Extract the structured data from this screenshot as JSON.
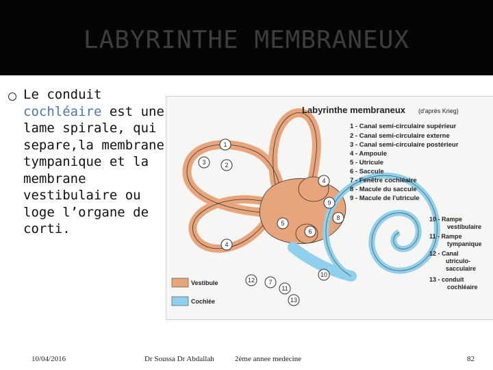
{
  "slide": {
    "title": "LABYRINTHE MEMBRANEUX",
    "bullet": {
      "part1": "Le conduit ",
      "highlight": "cochléaire",
      "part2": " est une lame spirale, qui separe,la membrane tympanique et la membrane vestibulaire ou loge l’organe de corti."
    }
  },
  "figure": {
    "heading": "Labyrinthe membraneux",
    "source": "(d'après Krieg)",
    "legend": [
      "1 - Canal semi-circulaire supérieur",
      "2 - Canal semi-circulaire externe",
      "3 - Canal semi-circulaire postérieur",
      "4 - Ampoule",
      "5 - Utricule",
      "6 - Saccule",
      "7 - Fenêtre cochléaire",
      "8 - Macule du saccule",
      "9 - Macule de l'utricule"
    ],
    "legend_right": [
      [
        "10 - Rampe",
        "vestibulaire"
      ],
      [
        "11 - Rampe",
        "tympanique"
      ],
      [
        "12 - Canal",
        "utriculo-",
        "sacculaire"
      ],
      [
        "13 - conduit",
        "cochléaire"
      ]
    ],
    "markers": [
      "1",
      "2",
      "3",
      "4",
      "4",
      "5",
      "6",
      "7",
      "8",
      "9",
      "10",
      "11",
      "12",
      "13"
    ],
    "key": [
      {
        "label": "Vestibule",
        "color": "#e8a57c"
      },
      {
        "label": "Cochlée",
        "color": "#8fd0ec"
      }
    ]
  },
  "footer": {
    "date": "10/04/2016",
    "author": "Dr Soussa Dr Abdallah",
    "course": "2ème annee medecine",
    "page": "82"
  },
  "colors": {
    "title_bar": "#050505",
    "title_text": "#3d3d3d",
    "highlight": "#4b78a8",
    "vestibule": "#e8a57c",
    "cochlea": "#8fd0ec"
  }
}
